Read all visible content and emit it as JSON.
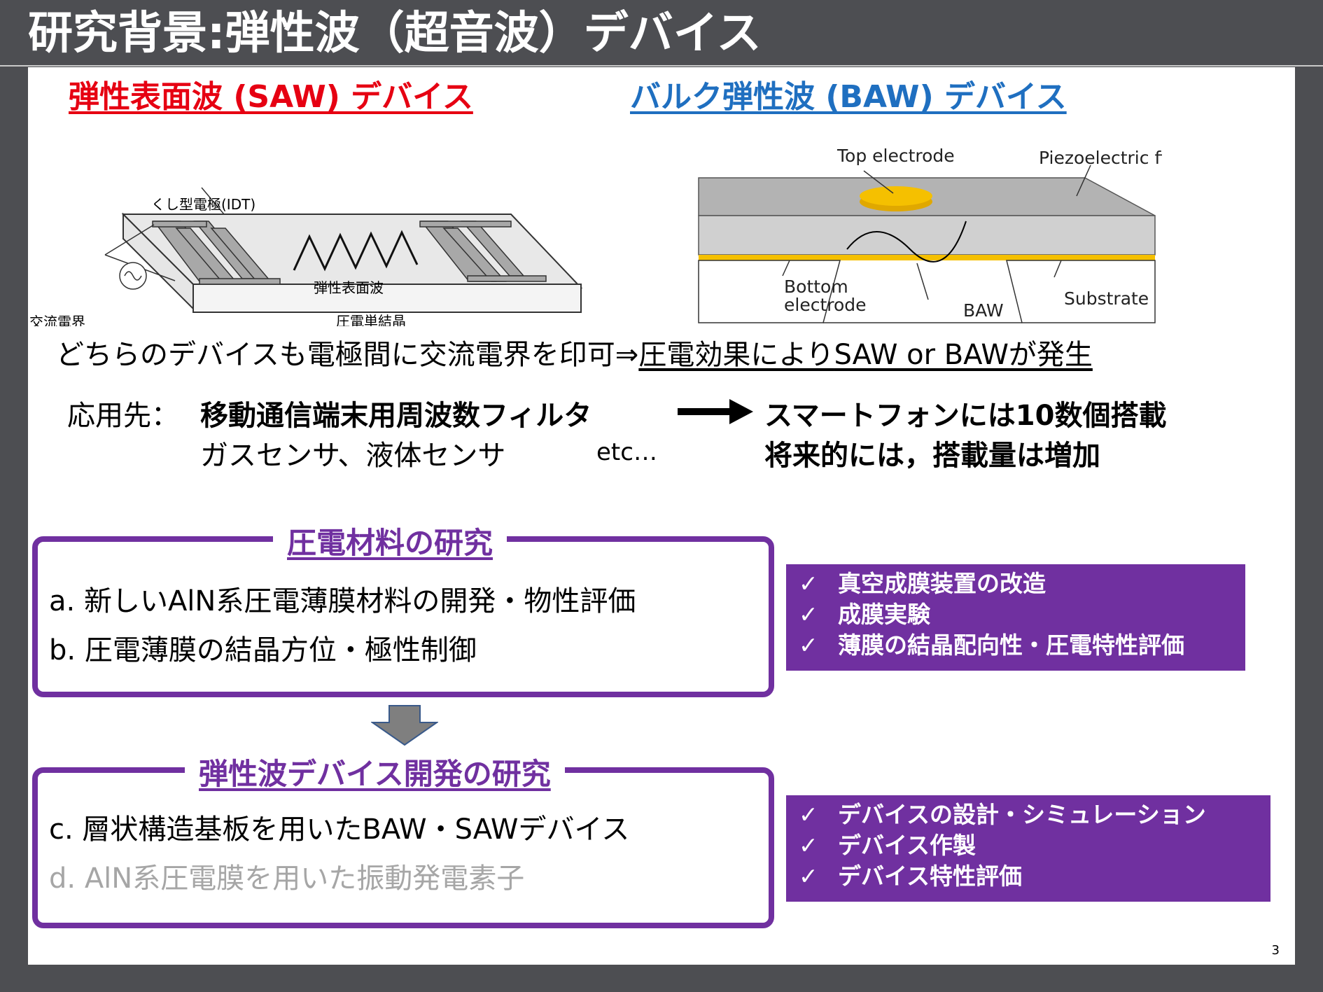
{
  "title": "研究背景:弾性波（超音波）デバイス",
  "saw": {
    "heading": "弾性表面波 (SAW) デバイス",
    "labels": {
      "idt": "くし型電極(IDT)",
      "ac": "交流電界",
      "wave": "弾性表面波",
      "substrate": "圧電単結晶"
    }
  },
  "baw": {
    "heading": "バルク弾性波 (BAW) デバイス",
    "labels": {
      "top": "Top electrode",
      "piezo": "Piezoelectric film",
      "bottom1": "Bottom",
      "bottom2": "electrode",
      "baw": "BAW",
      "substrate": "Substrate"
    }
  },
  "main_line": {
    "part1": "どちらのデバイスも電極間に交流電界を印可⇒",
    "part2": "圧電効果により",
    "part3": "SAW or BAWが発生"
  },
  "applications": {
    "label": "応用先：",
    "main": "移動通信端末用周波数フィルタ",
    "sub": "ガスセンサ、液体センサ",
    "etc": "etc…",
    "smart1": "スマートフォンには10数個搭載",
    "smart2": "将来的には，搭載量は増加"
  },
  "research1": {
    "title": "圧電材料の研究",
    "item_a": "a. 新しいAlN系圧電薄膜材料の開発・物性評価",
    "item_b": "b. 圧電薄膜の結晶方位・極性制御"
  },
  "research2": {
    "title": "弾性波デバイス開発の研究",
    "item_c": "c. 層状構造基板を用いたBAW・SAWデバイス",
    "item_d": "d. AlN系圧電膜を用いた振動発電素子"
  },
  "tasks1": [
    "真空成膜装置の改造",
    "成膜実験",
    "薄膜の結晶配向性・圧電特性評価"
  ],
  "tasks2": [
    "デバイスの設計・シミュレーション",
    "デバイス作製",
    "デバイス特性評価"
  ],
  "check_mark": "✓",
  "colors": {
    "purple": "#7030a0",
    "red": "#e60012",
    "blue": "#1f6fc0",
    "gold": "#f5c000",
    "header_bg": "#4d4e52"
  },
  "page_number": "3"
}
